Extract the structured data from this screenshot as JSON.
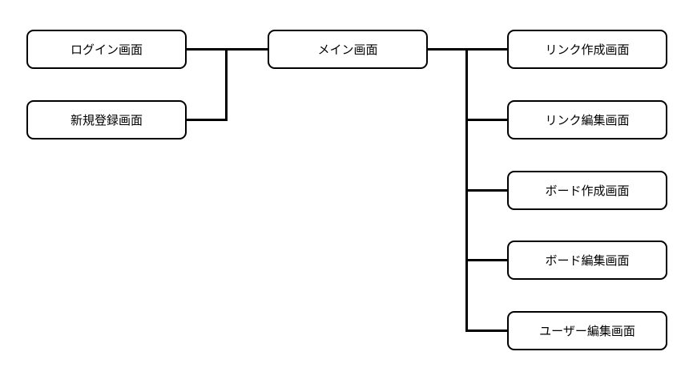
{
  "diagram": {
    "kind": "screen-transition-diagram",
    "colors": {
      "background": "#ffffff",
      "node_fill": "#ffffff",
      "node_border": "#000000",
      "line": "#000000",
      "text": "#000000"
    },
    "nodes": [
      {
        "id": "login",
        "label": "ログイン画面"
      },
      {
        "id": "register",
        "label": "新規登録画面"
      },
      {
        "id": "main",
        "label": "メイン画面"
      },
      {
        "id": "link-create",
        "label": "リンク作成画面"
      },
      {
        "id": "link-edit",
        "label": "リンク編集画面"
      },
      {
        "id": "board-create",
        "label": "ボード作成画面"
      },
      {
        "id": "board-edit",
        "label": "ボード編集画面"
      },
      {
        "id": "user-edit",
        "label": "ユーザー編集画面"
      }
    ],
    "edges": [
      {
        "from": "login",
        "to": "main"
      },
      {
        "from": "register",
        "to": "main"
      },
      {
        "from": "main",
        "to": "link-create"
      },
      {
        "from": "main",
        "to": "link-edit"
      },
      {
        "from": "main",
        "to": "board-create"
      },
      {
        "from": "main",
        "to": "board-edit"
      },
      {
        "from": "main",
        "to": "user-edit"
      }
    ]
  }
}
